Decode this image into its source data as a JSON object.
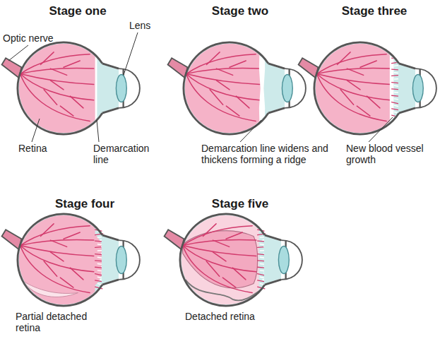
{
  "diagram": {
    "labels": [
      "Stage one",
      "Stage two",
      "Stage three",
      "Optic nerve",
      "Lens",
      "Retina",
      "Demarcation line",
      "Demarcation line widens and thickens forming a ridge",
      "New blood vessel growth",
      "Stage four",
      "Stage five",
      "Partial detached retina",
      "Detached retina"
    ]
  }
}
